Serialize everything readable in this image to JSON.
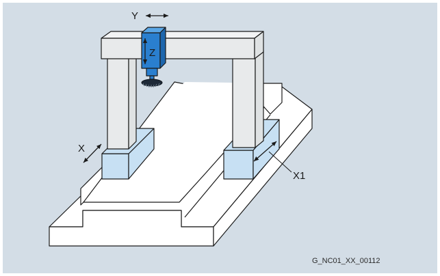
{
  "labels": {
    "axis_y": "Y",
    "axis_z": "Z",
    "axis_x": "X",
    "axis_x1": "X1"
  },
  "figure_id": "G_NC01_XX_00112",
  "colors": {
    "background": "#d3dde6",
    "machine_face": "#ffffff",
    "gantry": "#e8eaeb",
    "carriage": "#c7e0f3",
    "spindle_head": "#2a7fcf",
    "outline": "#1a1a1a"
  }
}
